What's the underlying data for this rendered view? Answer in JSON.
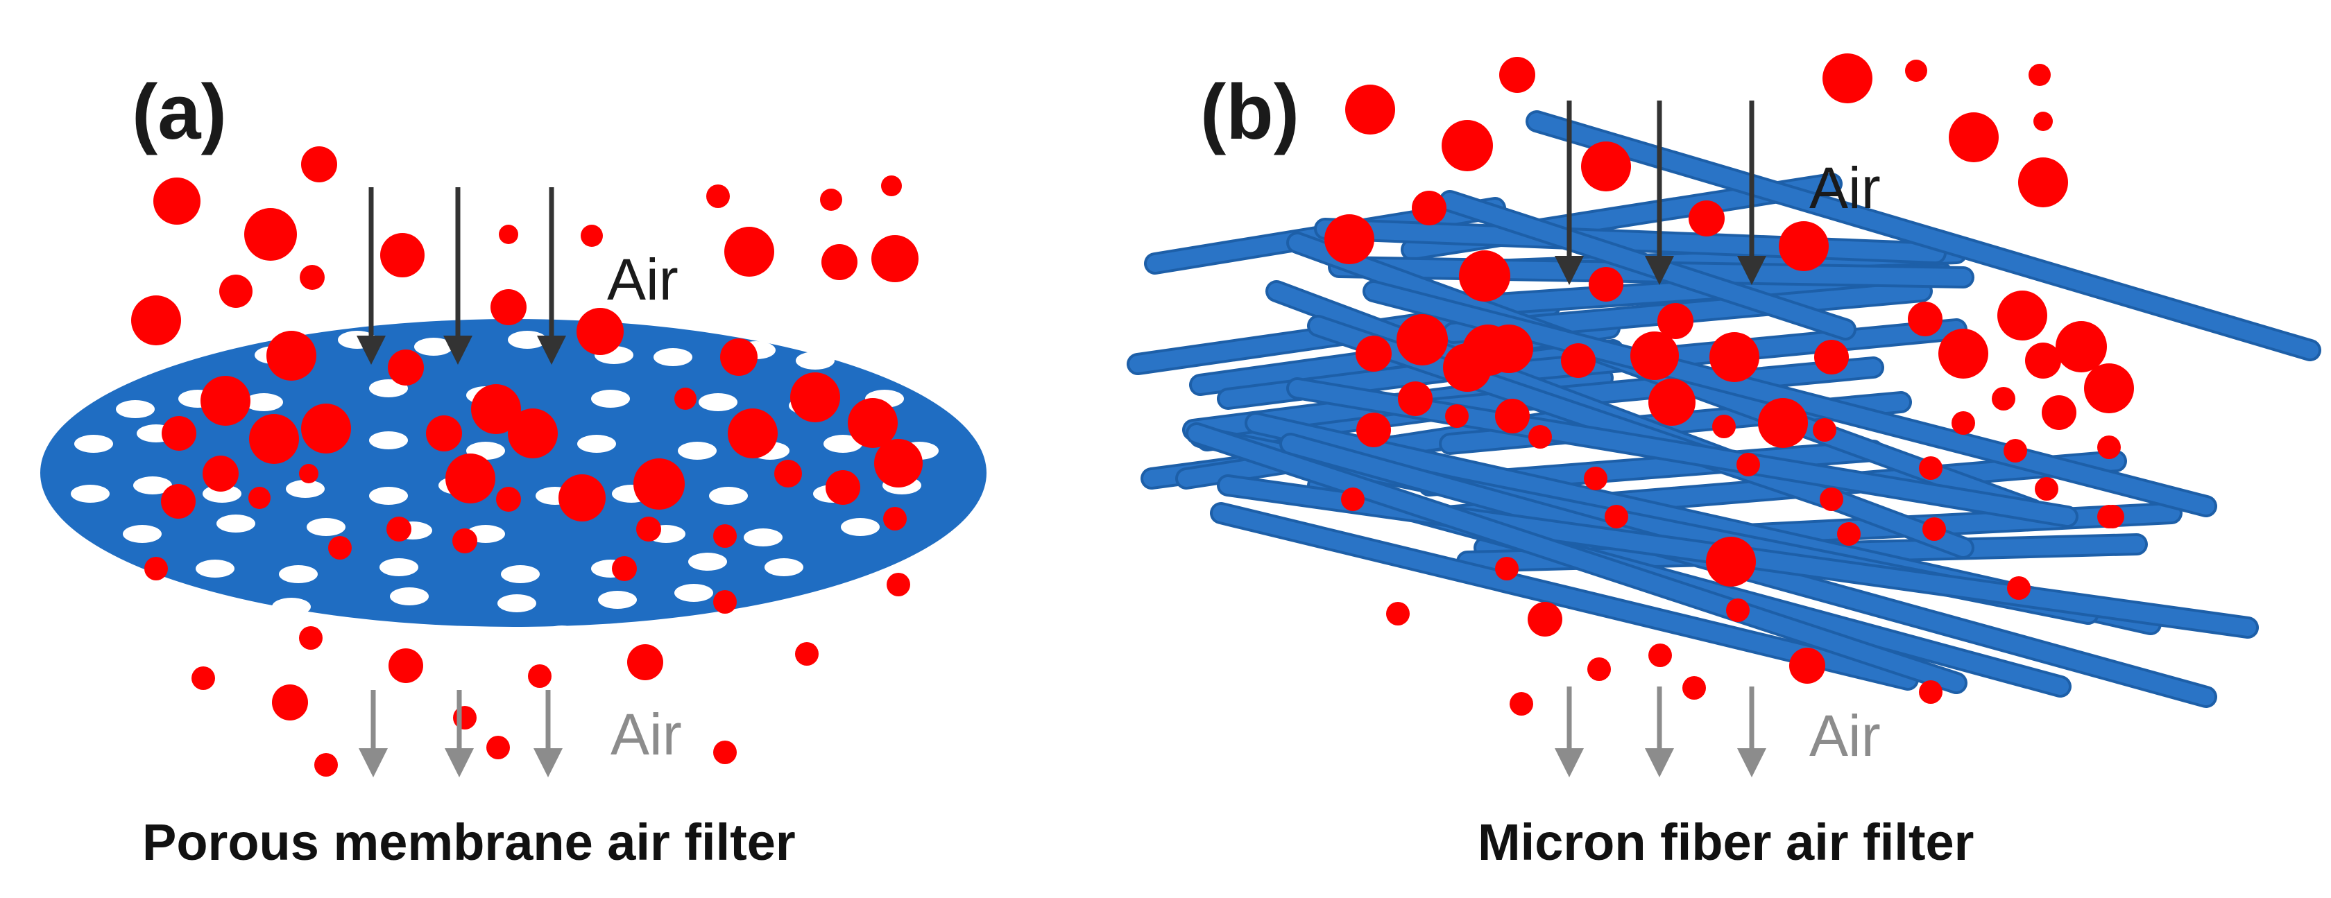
{
  "panels": [
    {
      "label": "(a)",
      "caption": "Porous membrane air filter",
      "air_in_label": "Air",
      "air_out_label": "Air",
      "filter_type": "porous membrane disc"
    },
    {
      "label": "(b)",
      "caption": "Micron fiber air filter",
      "air_in_label": "Air",
      "air_out_label": "Air",
      "filter_type": "crossed cylindrical fibers"
    }
  ],
  "colors": {
    "filter_blue": "#1f6dc2",
    "fiber_blue": "#2a74c6",
    "particle_red": "#ff0000",
    "pore_white": "#ffffff",
    "arrow_in": "#333333",
    "arrow_out": "#8c8c8c"
  }
}
